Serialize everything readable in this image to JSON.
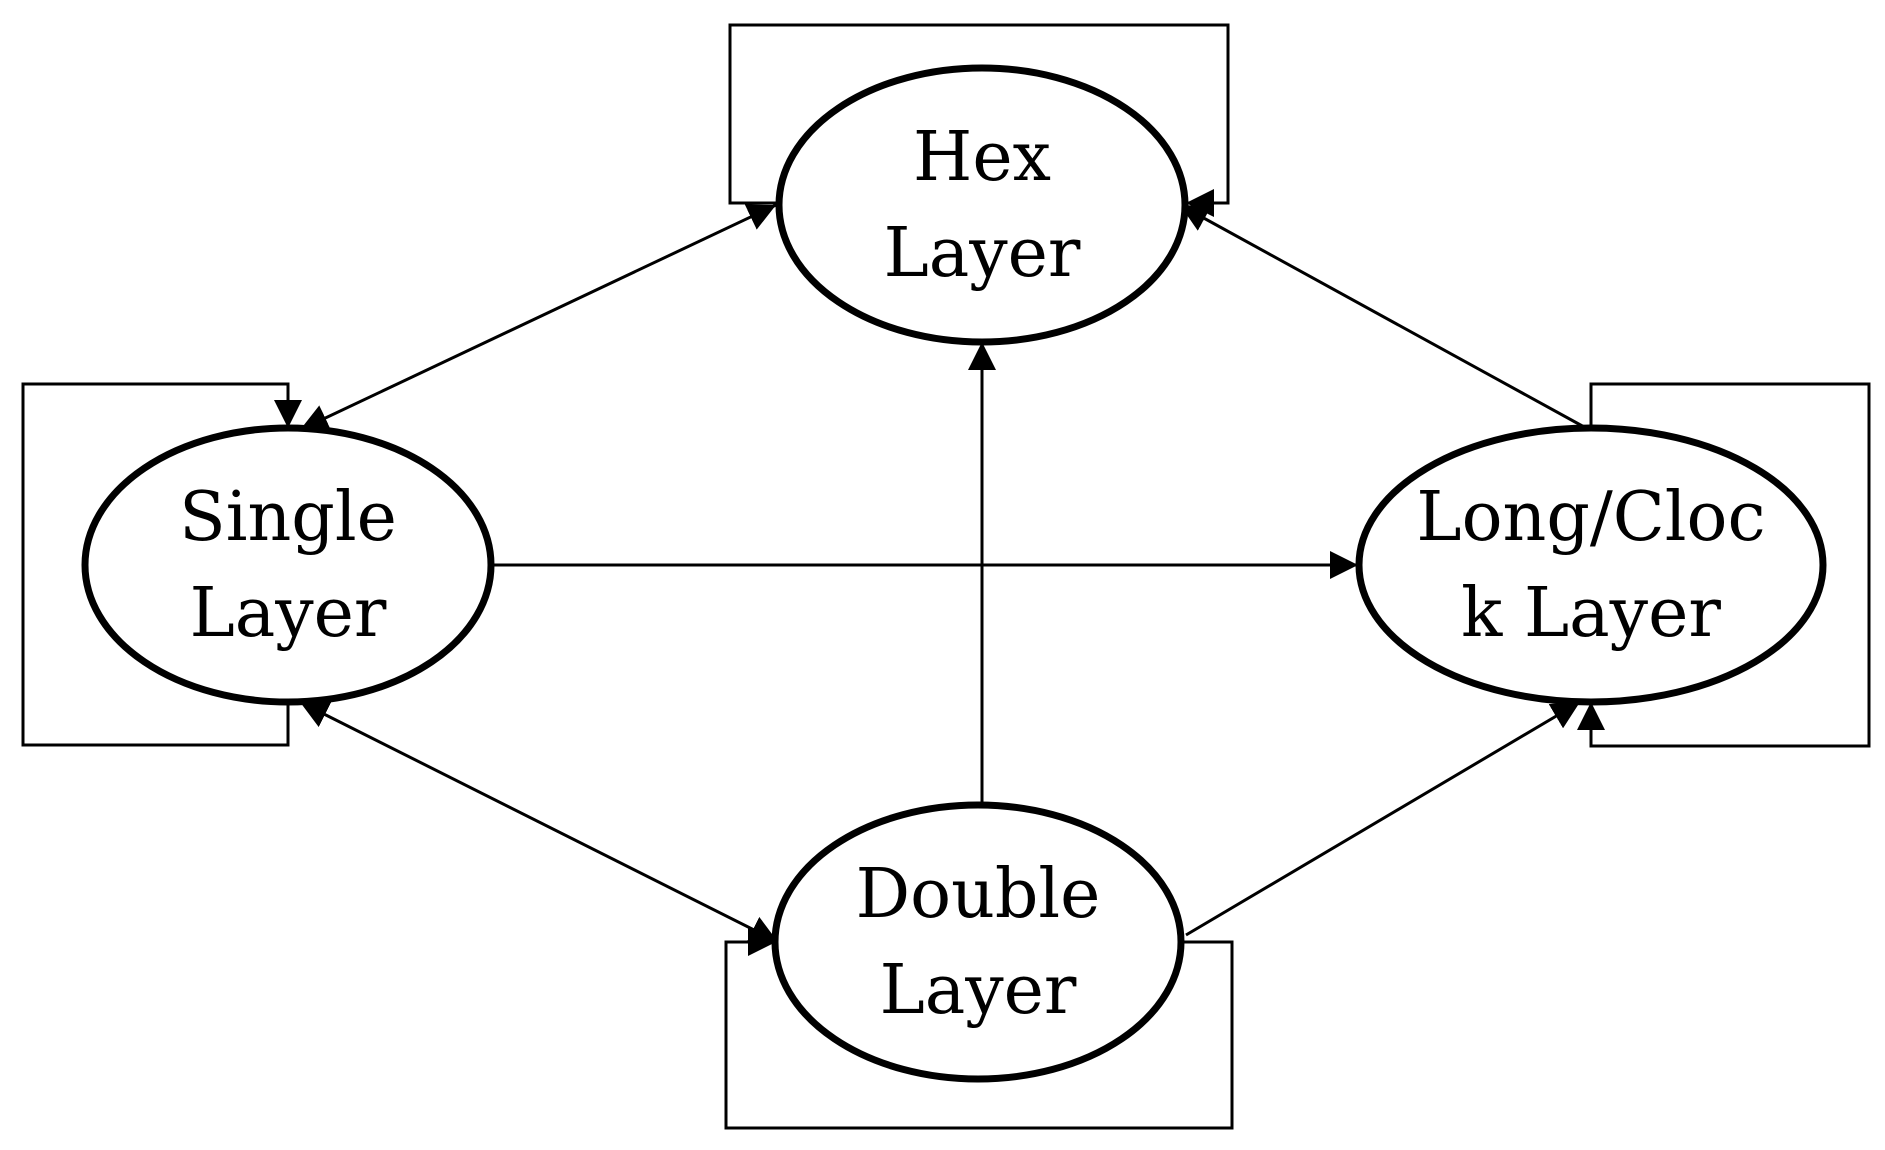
{
  "diagram": {
    "nodes": {
      "hex": {
        "line1": "Hex",
        "line2": "Layer"
      },
      "single": {
        "line1": "Single",
        "line2": "Layer"
      },
      "long_clock": {
        "line1": "Long/Cloc",
        "line2": "k Layer"
      },
      "double": {
        "line1": "Double",
        "line2": "Layer"
      }
    },
    "edges": [
      {
        "from": "Single Layer",
        "to": "Hex Layer",
        "bidirectional": true
      },
      {
        "from": "Single Layer",
        "to": "Double Layer",
        "bidirectional": true
      },
      {
        "from": "Single Layer",
        "to": "Long/Clock Layer",
        "bidirectional": false
      },
      {
        "from": "Double Layer",
        "to": "Hex Layer",
        "bidirectional": false
      },
      {
        "from": "Double Layer",
        "to": "Long/Clock Layer",
        "bidirectional": false
      },
      {
        "from": "Long/Clock Layer",
        "to": "Hex Layer",
        "bidirectional": false
      }
    ],
    "self_loops": [
      "Hex Layer",
      "Single Layer",
      "Long/Clock Layer",
      "Double Layer"
    ],
    "colors": {
      "stroke": "#000000",
      "background": "#ffffff"
    }
  }
}
